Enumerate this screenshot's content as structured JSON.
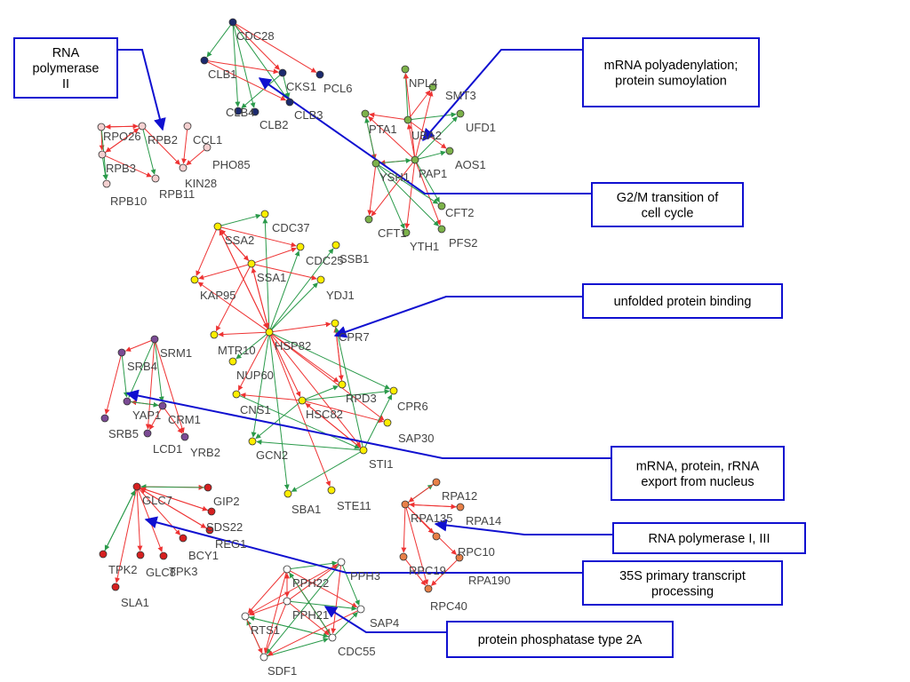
{
  "colors": {
    "red_edge": "#ee3333",
    "green_edge": "#2a9a4a",
    "callout": "#1010d0",
    "rnapol2": "#f4d0d0",
    "cellcycle": "#1c2a6e",
    "polya": "#7cb24a",
    "chaperone": "#ffee00",
    "export": "#7b4b94",
    "glc7": "#d62020",
    "rnapol13": "#e88048",
    "pp2a": "#ffffff"
  },
  "callouts": {
    "rna_pol_ii": [
      "RNA",
      "polymerase",
      "II"
    ],
    "mrna_polya": [
      "mRNA polyadenylation;",
      "protein sumoylation"
    ],
    "g2m": [
      "G2/M transition of",
      "cell cycle"
    ],
    "unfolded": [
      "unfolded protein binding"
    ],
    "export": [
      "mRNA, protein, rRNA",
      "export from nucleus"
    ],
    "rna_pol_i_iii": [
      "RNA polymerase I, III"
    ],
    "processing_35s": [
      "35S primary transcript",
      "processing"
    ],
    "pp2a": [
      "protein phosphatase type 2A"
    ]
  },
  "labels": {
    "CDC28": "CDC28",
    "CLB1": "CLB1",
    "CKS1": "CKS1",
    "PCL6": "PCL6",
    "CLB4": "CLB4",
    "CLB3": "CLB3",
    "CLB2": "CLB2",
    "RPO26": "RPO26",
    "RPB2": "RPB2",
    "CCL1": "CCL1",
    "RPB3": "RPB3",
    "PHO85": "PHO85",
    "KIN28": "KIN28",
    "RPB11": "RPB11",
    "RPB10": "RPB10",
    "NPL4": "NPL4",
    "SMT3": "SMT3",
    "PTA1": "PTA1",
    "UBA2": "UBA2",
    "UFD1": "UFD1",
    "AOS1": "AOS1",
    "PAP1": "PAP1",
    "YSH1": "YSH1",
    "CFT2": "CFT2",
    "CFT1": "CFT1",
    "YTH1": "YTH1",
    "PFS2": "PFS2",
    "CDC37": "CDC37",
    "SSA2": "SSA2",
    "SSB1": "SSB1",
    "CDC25": "CDC25",
    "SSA1": "SSA1",
    "KAP95": "KAP95",
    "YDJ1": "YDJ1",
    "CPR7": "CPR7",
    "MTR10": "MTR10",
    "HSP82": "HSP82",
    "NUP60": "NUP60",
    "RPD3": "RPD3",
    "CPR6": "CPR6",
    "CNS1": "CNS1",
    "HSC82": "HSC82",
    "SAP30": "SAP30",
    "GCN2": "GCN2",
    "STI1": "STI1",
    "SBA1": "SBA1",
    "STE11": "STE11",
    "SRM1": "SRM1",
    "SRB4": "SRB4",
    "YAP1": "YAP1",
    "CRM1": "CRM1",
    "SRB5": "SRB5",
    "LCD1": "LCD1",
    "YRB2": "YRB2",
    "GLC7": "GLC7",
    "GIP2": "GIP2",
    "SDS22": "SDS22",
    "REG1": "REG1",
    "BCY1": "BCY1",
    "TPK2": "TPK2",
    "TPK3": "TPK3",
    "GLC8": "GLC8",
    "SLA1": "SLA1",
    "RPA12": "RPA12",
    "RPA135": "RPA135",
    "RPA14": "RPA14",
    "RPC10": "RPC10",
    "RPC19": "RPC19",
    "RPA190": "RPA190",
    "RPC40": "RPC40",
    "PPH22": "PPH22",
    "PPH3": "PPH3",
    "PPH21": "PPH21",
    "SAP4": "SAP4",
    "RTS1": "RTS1",
    "CDC55": "CDC55",
    "SDF1": "SDF1"
  }
}
